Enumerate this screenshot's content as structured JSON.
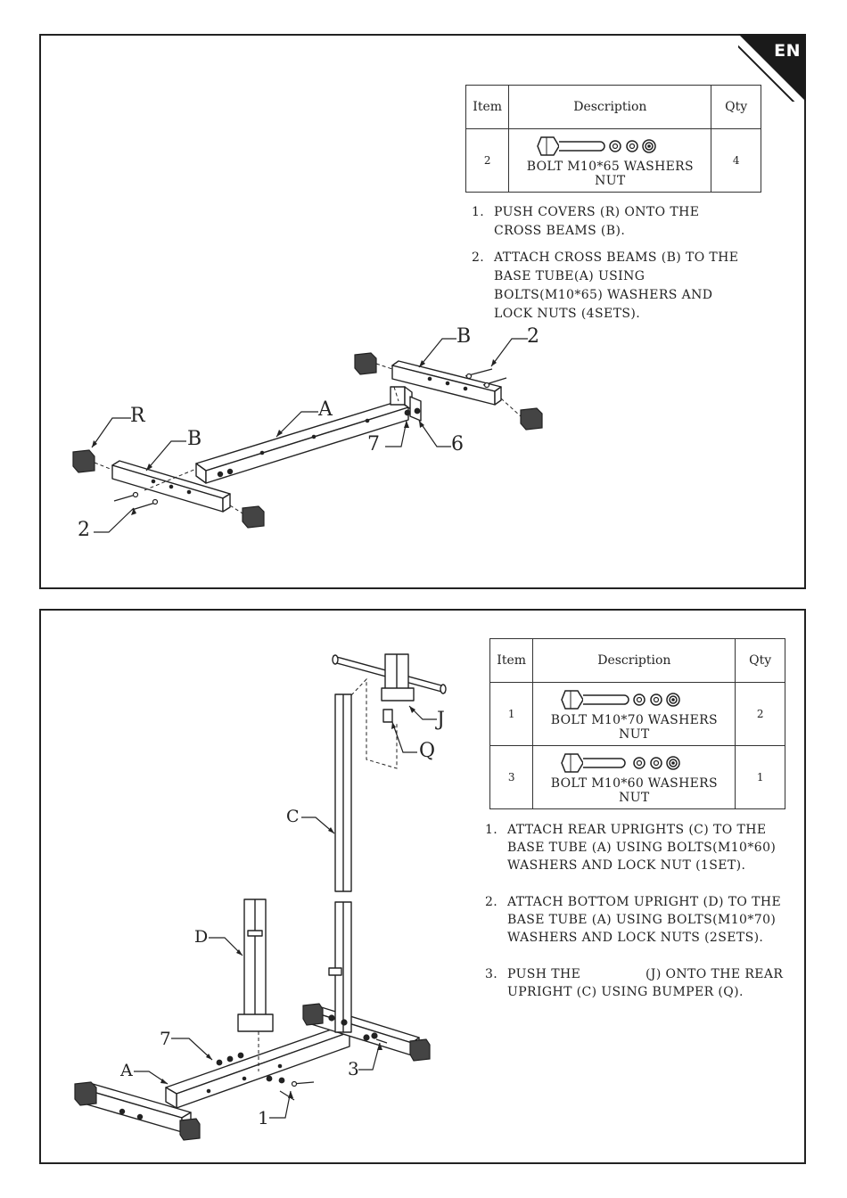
{
  "language_badge": "EN",
  "table_headers": {
    "item": "Item",
    "description": "Description",
    "qty": "Qty"
  },
  "step1": {
    "parts": [
      {
        "item": "2",
        "description": "BOLT M10*65 WASHERS NUT",
        "qty": "4",
        "icon": "bolt-washers-nut-icon"
      }
    ],
    "instructions": [
      {
        "num": "1.",
        "text": "PUSH COVERS (R) ONTO THE CROSS BEAMS (B)."
      },
      {
        "num": "2.",
        "text": "ATTACH CROSS BEAMS (B) TO THE BASE TUBE(A) USING BOLTS(M10*65) WASHERS AND LOCK NUTS (4SETS)."
      }
    ],
    "labels": {
      "B_top": "B",
      "two_top": "2",
      "R": "R",
      "A": "A",
      "B_left": "B",
      "seven": "7",
      "six": "6",
      "two_bottom": "2"
    }
  },
  "step2": {
    "parts": [
      {
        "item": "1",
        "description": "BOLT M10*70 WASHERS NUT",
        "qty": "2",
        "icon": "bolt-washers-nut-icon"
      },
      {
        "item": "3",
        "description": "BOLT M10*60 WASHERS NUT",
        "qty": "1",
        "icon": "bolt-washers-nut-icon"
      }
    ],
    "instructions": [
      {
        "num": "1.",
        "text": "ATTACH REAR UPRIGHTS (C) TO THE BASE TUBE (A) USING BOLTS(M10*60) WASHERS AND LOCK NUT (1SET)."
      },
      {
        "num": "2.",
        "text": "ATTACH BOTTOM UPRIGHT (D) TO THE BASE TUBE (A) USING BOLTS(M10*70) WASHERS AND LOCK NUTS (2SETS)."
      },
      {
        "num": "3.",
        "text": "PUSH THE               (J) ONTO THE REAR UPRIGHT (C) USING BUMPER (Q)."
      }
    ],
    "labels": {
      "J": "J",
      "Q": "Q",
      "C": "C",
      "D": "D",
      "seven": "7",
      "A": "A",
      "three": "3",
      "one": "1"
    }
  }
}
